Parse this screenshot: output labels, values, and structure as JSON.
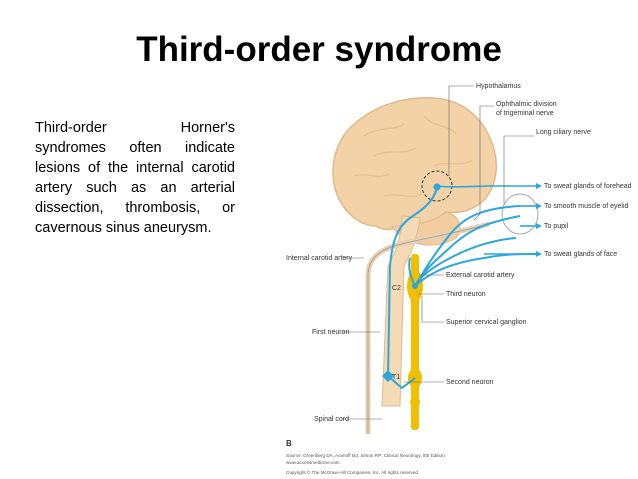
{
  "slide": {
    "title": "Third-order syndrome",
    "body": "Third-order Horner's syndromes often indicate lesions of the internal carotid artery such as an arterial dissection, thrombosis, or cavernous sinus aneurysm."
  },
  "figure": {
    "labels": {
      "hypothalamus": "Hypothalamus",
      "ophthalmic1": "Ophthalmic division",
      "ophthalmic2": "of trigeminal nerve",
      "long_ciliary": "Long ciliary nerve",
      "sweat_forehead": "To sweat glands of forehead",
      "smooth_muscle": "To smooth muscle of eyelid",
      "pupil": "To pupil",
      "sweat_face": "To sweat glands of face",
      "internal_carotid": "Internal carotid artery",
      "external_carotid": "External carotid artery",
      "c2": "C2",
      "third_neuron": "Third neuron",
      "superior_cervical": "Superior cervical ganglion",
      "first_neuron": "First neuron",
      "t1": "T1",
      "second_neuron": "Second neuron",
      "spinal_cord": "Spinal cord",
      "panel": "B",
      "source1": "Source: Greenberg DA, Aminoff MJ, Simon RP: Clinical Neurology, 8th Edition:",
      "source2": "www.accessmedicine.com",
      "copyright": "Copyright © The McGraw-Hill Companies, Inc. All rights reserved."
    },
    "colors": {
      "brain": "#f2d2a6",
      "brain_outline": "#e0b98a",
      "nerve": "#2aa7dd",
      "ganglion": "#f0c000",
      "leader": "#666666"
    }
  }
}
